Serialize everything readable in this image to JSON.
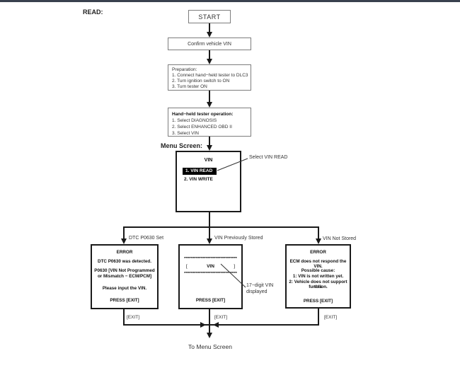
{
  "colors": {
    "top_bar": "#39414e",
    "line": "#1a1a1a",
    "box_border_light": "#7d7d7d",
    "highlight_bg": "#000000",
    "highlight_fg": "#ffffff"
  },
  "labels": {
    "read": "READ:",
    "menu_screen": "Menu Screen:",
    "select_vin_read": "Select VIN READ",
    "dtc_set": "DTC P0630 Set",
    "vin_previously_stored": "VIN Previously Stored",
    "vin_not_stored": "VIN Not Stored",
    "digit_vin_line1": "17−digit VIN",
    "digit_vin_line2": "displayed",
    "exit": "[EXIT]",
    "to_menu_screen": "To Menu Screen"
  },
  "flow": {
    "start": "START",
    "confirm": "Confirm vehicle VIN",
    "preparation": {
      "title": "Preparation:",
      "steps": [
        "1. Connect hand−held tester to DLC3",
        "2. Turn ignition switch to ON",
        "3. Turn tester ON"
      ]
    },
    "tester_operation": {
      "title": "Hand−held tester operation:",
      "steps": [
        "1. Select DIAGNOSIS",
        "2. Select ENHANCED OBD II",
        "3. Select VIN"
      ]
    },
    "menu": {
      "title": "VIN",
      "item_selected": "1. VIN READ",
      "item_2": "2. VIN WRITE"
    }
  },
  "error_dtc_box": {
    "title": "ERROR",
    "line1": "DTC P0630 was detected.",
    "line2": "P0630  [VIN Not Programmed",
    "line3": "or Mismatch − ECM/PCM]",
    "line4": "Please input the VIN.",
    "press": "PRESS [EXIT]"
  },
  "vin_stored_box": {
    "asterisks": "********************************",
    "bracket_open": "[",
    "vin": "VIN",
    "bracket_close": "]",
    "press": "PRESS [EXIT]"
  },
  "error_ecm_box": {
    "title": "ERROR",
    "line1": "ECM does not respond the VIN.",
    "cause_title": "Possible cause:",
    "cause1": "1: VIN is not written yet.",
    "cause2": "2: Vehicle does not support this",
    "cause2b": "function.",
    "press": "PRESS [EXIT]"
  }
}
